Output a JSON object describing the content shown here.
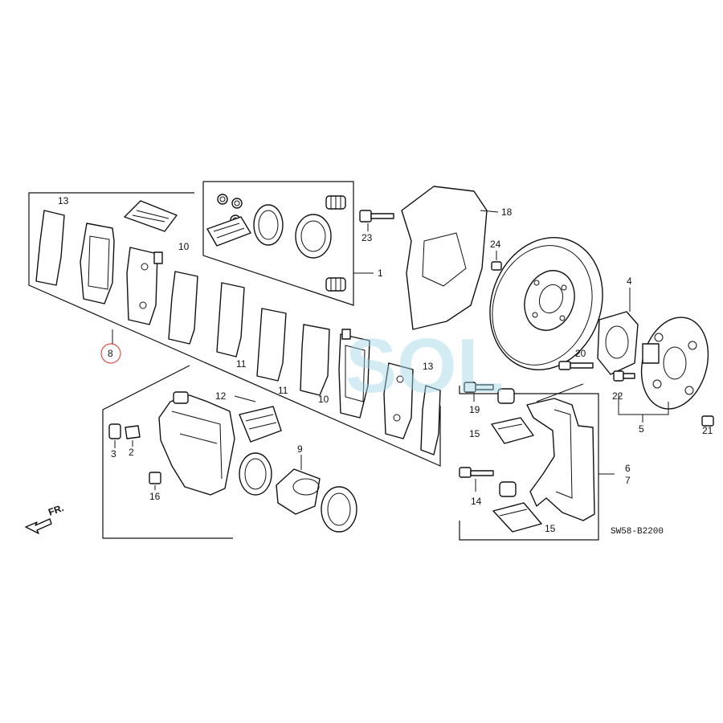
{
  "callouts": {
    "c1": "1",
    "c2": "2",
    "c3": "3",
    "c4": "4",
    "c5": "5",
    "c6": "6",
    "c7": "7",
    "c8": "8",
    "c9": "9",
    "c10a": "10",
    "c10b": "10",
    "c11a": "11",
    "c11b": "11",
    "c12": "12",
    "c13a": "13",
    "c13b": "13",
    "c14": "14",
    "c15a": "15",
    "c15b": "15",
    "c16": "16",
    "c18": "18",
    "c19": "19",
    "c20": "20",
    "c21": "21",
    "c22": "22",
    "c23": "23",
    "c24": "24"
  },
  "front_arrow": {
    "label": "FR."
  },
  "diagram_code": "SW58-B2200",
  "watermark": {
    "text": "SOL"
  },
  "colors": {
    "line": "#111111",
    "highlight_circle": "#d9534f",
    "watermark": "#9fd6e8"
  }
}
